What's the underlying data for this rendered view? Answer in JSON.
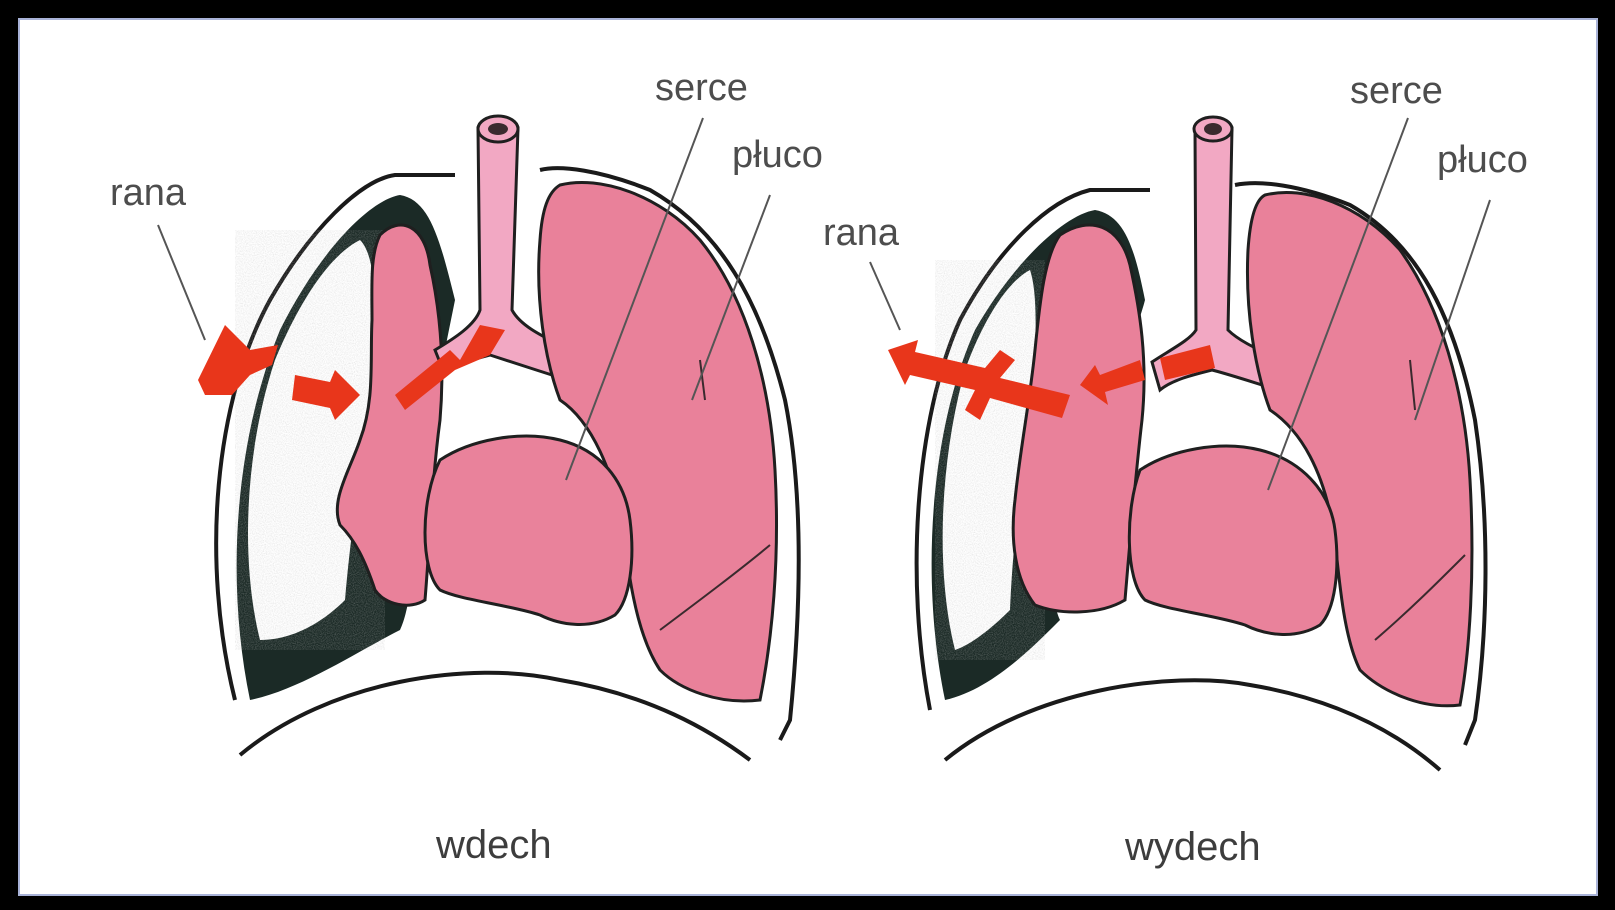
{
  "panels": [
    {
      "caption": "wdech",
      "labels": {
        "wound": "rana",
        "heart": "serce",
        "lung": "płuco"
      }
    },
    {
      "caption": "wydech",
      "labels": {
        "wound": "rana",
        "heart": "serce",
        "lung": "płuco"
      }
    }
  ],
  "colors": {
    "lung": "#e9819a",
    "trachea": "#f2a8c3",
    "arrow": "#e8361b",
    "pleural_space": "#1b2a26",
    "frame": "#a9b3d8"
  }
}
